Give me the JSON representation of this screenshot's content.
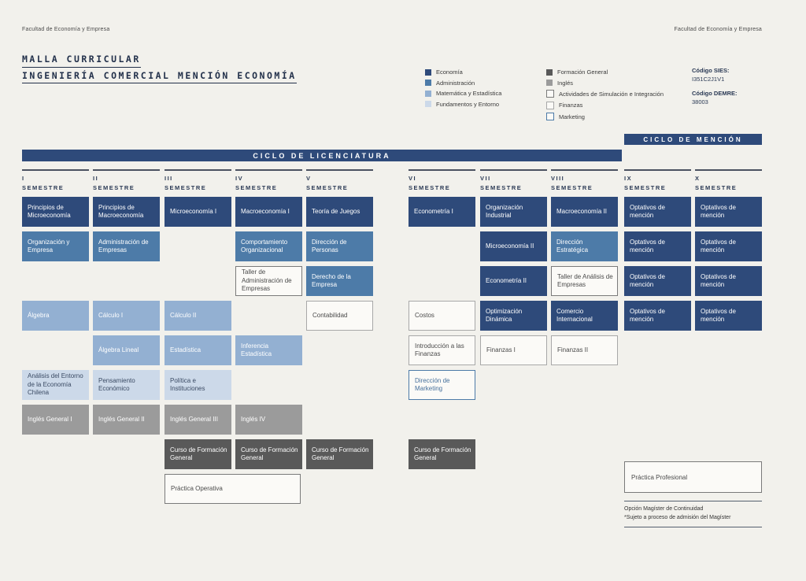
{
  "header": {
    "left": "Facultad de Economía y Empresa",
    "right": "Facultad de Economía y Empresa"
  },
  "title": {
    "line1": "MALLA CURRICULAR",
    "line2": "INGENIERÍA COMERCIAL MENCIÓN ECONOMÍA"
  },
  "legend": {
    "col1": [
      {
        "label": "Economía",
        "category": "economia"
      },
      {
        "label": "Administración",
        "category": "administracion"
      },
      {
        "label": "Matemática y Estadística",
        "category": "matematica"
      },
      {
        "label": "Fundamentos y Entorno",
        "category": "fundamentos"
      }
    ],
    "col2": [
      {
        "label": "Formación General",
        "category": "formacion"
      },
      {
        "label": "Inglés",
        "category": "ingles"
      },
      {
        "label": "Actividades de Simulación e Integración",
        "category": "simulacion"
      },
      {
        "label": "Finanzas",
        "category": "finanzas"
      },
      {
        "label": "Marketing",
        "category": "marketing"
      }
    ]
  },
  "codes": {
    "sies_label": "Código SIES:",
    "sies_value": "I351C2J1V1",
    "demre_label": "Código DEMRE:",
    "demre_value": "38003"
  },
  "banners": {
    "licenciatura": "CICLO DE LICENCIATURA",
    "mencion": "CICLO DE MENCIÓN"
  },
  "colors": {
    "economia": "#2e4a7a",
    "administracion": "#4d7ba8",
    "matematica": "#93b0d2",
    "fundamentos": "#ccd9e9",
    "formacion": "#595959",
    "ingles": "#9b9b9b",
    "simulacion_border": "#7a7a7a",
    "finanzas_border": "#a8a8a8",
    "marketing_border": "#4d7ba8",
    "background": "#f2f1ec"
  },
  "semesters": [
    {
      "numeral": "I",
      "word": "SEMESTRE"
    },
    {
      "numeral": "II",
      "word": "SEMESTRE"
    },
    {
      "numeral": "III",
      "word": "SEMESTRE"
    },
    {
      "numeral": "IV",
      "word": "SEMESTRE"
    },
    {
      "numeral": "V",
      "word": "SEMESTRE"
    },
    {
      "numeral": "VI",
      "word": "SEMESTRE"
    },
    {
      "numeral": "VII",
      "word": "SEMESTRE"
    },
    {
      "numeral": "VIII",
      "word": "SEMESTRE"
    },
    {
      "numeral": "IX",
      "word": "SEMESTRE"
    },
    {
      "numeral": "X",
      "word": "SEMESTRE"
    }
  ],
  "courses": [
    {
      "name": "Principios de Microeconomía",
      "col": 1,
      "row": 1,
      "category": "economia"
    },
    {
      "name": "Organización y Empresa",
      "col": 1,
      "row": 2,
      "category": "administracion"
    },
    {
      "name": "Álgebra",
      "col": 1,
      "row": 4,
      "category": "matematica"
    },
    {
      "name": "Análisis del Entorno de la Economía Chilena",
      "col": 1,
      "row": 6,
      "category": "fundamentos"
    },
    {
      "name": "Inglés General I",
      "col": 1,
      "row": 7,
      "category": "ingles"
    },
    {
      "name": "Principios de Macroeconomía",
      "col": 2,
      "row": 1,
      "category": "economia"
    },
    {
      "name": "Administración de Empresas",
      "col": 2,
      "row": 2,
      "category": "administracion"
    },
    {
      "name": "Cálculo I",
      "col": 2,
      "row": 4,
      "category": "matematica"
    },
    {
      "name": "Álgebra Lineal",
      "col": 2,
      "row": 5,
      "category": "matematica"
    },
    {
      "name": "Pensamiento Económico",
      "col": 2,
      "row": 6,
      "category": "fundamentos"
    },
    {
      "name": "Inglés General II",
      "col": 2,
      "row": 7,
      "category": "ingles"
    },
    {
      "name": "Microeconomía I",
      "col": 3,
      "row": 1,
      "category": "economia"
    },
    {
      "name": "Cálculo II",
      "col": 3,
      "row": 4,
      "category": "matematica"
    },
    {
      "name": "Estadística",
      "col": 3,
      "row": 5,
      "category": "matematica"
    },
    {
      "name": "Política e Instituciones",
      "col": 3,
      "row": 6,
      "category": "fundamentos"
    },
    {
      "name": "Inglés General III",
      "col": 3,
      "row": 7,
      "category": "ingles"
    },
    {
      "name": "Curso de Formación General",
      "col": 3,
      "row": 8,
      "category": "formacion"
    },
    {
      "name": "Práctica Operativa",
      "col": 3,
      "row": 9,
      "category": "simulacion",
      "wide": true
    },
    {
      "name": "Macroeconomía I",
      "col": 4,
      "row": 1,
      "category": "economia"
    },
    {
      "name": "Comportamiento Organizacional",
      "col": 4,
      "row": 2,
      "category": "administracion"
    },
    {
      "name": "Taller de Administración de Empresas",
      "col": 4,
      "row": 3,
      "category": "simulacion"
    },
    {
      "name": "Inferencia Estadística",
      "col": 4,
      "row": 5,
      "category": "matematica"
    },
    {
      "name": "Inglés IV",
      "col": 4,
      "row": 7,
      "category": "ingles"
    },
    {
      "name": "Curso de Formación General",
      "col": 4,
      "row": 8,
      "category": "formacion"
    },
    {
      "name": "Teoría de Juegos",
      "col": 5,
      "row": 1,
      "category": "economia"
    },
    {
      "name": "Dirección de Personas",
      "col": 5,
      "row": 2,
      "category": "administracion"
    },
    {
      "name": "Derecho de la Empresa",
      "col": 5,
      "row": 3,
      "category": "administracion"
    },
    {
      "name": "Contabilidad",
      "col": 5,
      "row": 4,
      "category": "finanzas"
    },
    {
      "name": "Curso de Formación General",
      "col": 5,
      "row": 8,
      "category": "formacion"
    },
    {
      "name": "Econometría I",
      "col": 6,
      "row": 1,
      "category": "economia"
    },
    {
      "name": "Costos",
      "col": 6,
      "row": 4,
      "category": "finanzas"
    },
    {
      "name": "Introducción a las Finanzas",
      "col": 6,
      "row": 5,
      "category": "finanzas"
    },
    {
      "name": "Dirección de Marketing",
      "col": 6,
      "row": 6,
      "category": "marketing"
    },
    {
      "name": "Curso de Formación General",
      "col": 6,
      "row": 8,
      "category": "formacion"
    },
    {
      "name": "Organización Industrial",
      "col": 7,
      "row": 1,
      "category": "economia"
    },
    {
      "name": "Microeconomía II",
      "col": 7,
      "row": 2,
      "category": "economia"
    },
    {
      "name": "Econometría II",
      "col": 7,
      "row": 3,
      "category": "economia"
    },
    {
      "name": "Optimización Dinámica",
      "col": 7,
      "row": 4,
      "category": "economia"
    },
    {
      "name": "Finanzas I",
      "col": 7,
      "row": 5,
      "category": "finanzas"
    },
    {
      "name": "Macroeconomía II",
      "col": 8,
      "row": 1,
      "category": "economia"
    },
    {
      "name": "Dirección Estratégica",
      "col": 8,
      "row": 2,
      "category": "administracion"
    },
    {
      "name": "Taller de Análisis de Empresas",
      "col": 8,
      "row": 3,
      "category": "simulacion"
    },
    {
      "name": "Comercio Internacional",
      "col": 8,
      "row": 4,
      "category": "economia"
    },
    {
      "name": "Finanzas II",
      "col": 8,
      "row": 5,
      "category": "finanzas"
    },
    {
      "name": "Optativos de mención",
      "col": 9,
      "row": 1,
      "category": "economia"
    },
    {
      "name": "Optativos de mención",
      "col": 9,
      "row": 2,
      "category": "economia"
    },
    {
      "name": "Optativos de mención",
      "col": 9,
      "row": 3,
      "category": "economia"
    },
    {
      "name": "Optativos de mención",
      "col": 9,
      "row": 4,
      "category": "economia"
    },
    {
      "name": "Optativos de mención",
      "col": 10,
      "row": 1,
      "category": "economia"
    },
    {
      "name": "Optativos de mención",
      "col": 10,
      "row": 2,
      "category": "economia"
    },
    {
      "name": "Optativos de mención",
      "col": 10,
      "row": 3,
      "category": "economia"
    },
    {
      "name": "Optativos de mención",
      "col": 10,
      "row": 4,
      "category": "economia"
    }
  ],
  "footer": {
    "practica_profesional": "Práctica Profesional",
    "magister_line1": "Opción Magíster de Continuidad",
    "magister_line2": "*Sujeto a proceso de admisión del Magíster"
  }
}
